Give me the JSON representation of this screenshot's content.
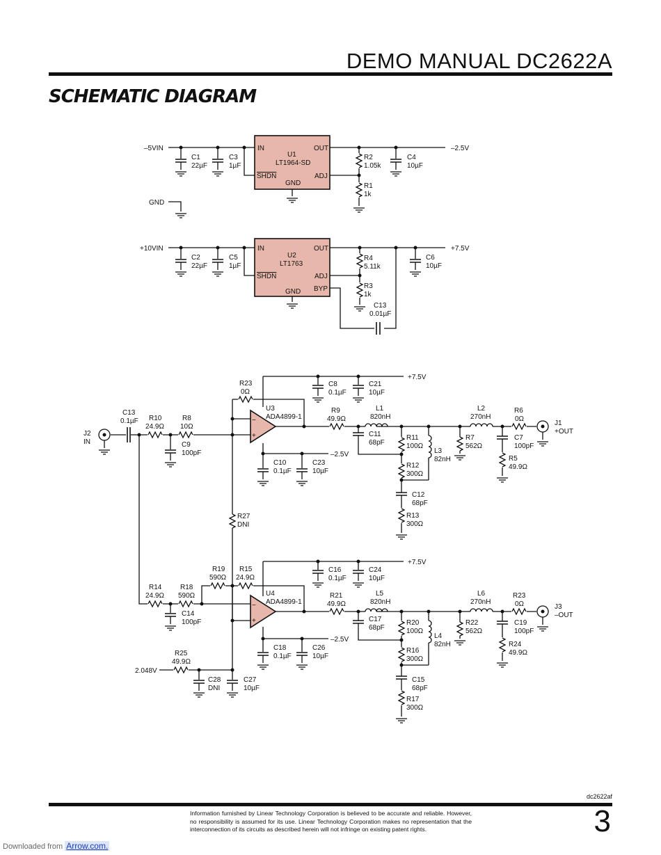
{
  "header": {
    "title": "DEMO MANUAL DC2622A"
  },
  "section": {
    "title": "SCHEMATIC DIAGRAM"
  },
  "regulators": {
    "u1": {
      "ref": "U1",
      "part": "LT1964-SD",
      "pin_in": "IN",
      "pin_out": "OUT",
      "pin_shdn": "SHDN",
      "pin_adj": "ADJ",
      "pin_gnd": "GND"
    },
    "u2": {
      "ref": "U2",
      "part": "LT1763",
      "pin_in": "IN",
      "pin_out": "OUT",
      "pin_shdn": "SHDN",
      "pin_adj": "ADJ",
      "pin_gnd": "GND",
      "pin_byp": "BYP"
    },
    "rails": {
      "m5vin": "–5VIN",
      "gnd": "GND",
      "p10vin": "+10VIN",
      "m2v5": "–2.5V",
      "p7v5": "+7.5V"
    },
    "parts": {
      "c1": [
        "C1",
        "22µF"
      ],
      "c3": [
        "C3",
        "1µF"
      ],
      "r2": [
        "R2",
        "1.05k"
      ],
      "c4": [
        "C4",
        "10µF"
      ],
      "r1": [
        "R1",
        "1k"
      ],
      "c2": [
        "C2",
        "22µF"
      ],
      "c5": [
        "C5",
        "1µF"
      ],
      "r4": [
        "R4",
        "5.11k"
      ],
      "c6": [
        "C6",
        "10µF"
      ],
      "r3": [
        "R3",
        "1k"
      ],
      "c13b": [
        "C13",
        "0.01µF"
      ]
    }
  },
  "amp_top": {
    "u3": [
      "U3",
      "ADA4899-1"
    ],
    "j2": [
      "J2",
      "IN"
    ],
    "j1": [
      "J1",
      "+OUT"
    ],
    "c13": [
      "C13",
      "0.1µF"
    ],
    "r10": [
      "R10",
      "24.9Ω"
    ],
    "r8": [
      "R8",
      "10Ω"
    ],
    "c9": [
      "C9",
      "100pF"
    ],
    "r23": [
      "R23",
      "0Ω"
    ],
    "c8": [
      "C8",
      "0.1µF"
    ],
    "c21": [
      "C21",
      "10µF"
    ],
    "c10": [
      "C10",
      "0.1µF"
    ],
    "c23": [
      "C23",
      "10µF"
    ],
    "r9": [
      "R9",
      "49.9Ω"
    ],
    "l1": [
      "L1",
      "820nH"
    ],
    "c11": [
      "C11",
      "68pF"
    ],
    "r11": [
      "R11",
      "100Ω"
    ],
    "l3": [
      "L3",
      "82nH"
    ],
    "r12": [
      "R12",
      "300Ω"
    ],
    "c12": [
      "C12",
      "68pF"
    ],
    "r13": [
      "R13",
      "300Ω"
    ],
    "l2": [
      "L2",
      "270nH"
    ],
    "r7": [
      "R7",
      "562Ω"
    ],
    "r6": [
      "R6",
      "0Ω"
    ],
    "c7": [
      "C7",
      "100pF"
    ],
    "r5": [
      "R5",
      "49.9Ω"
    ],
    "r27": [
      "R27",
      "DNI"
    ],
    "p7v5": "+7.5V",
    "m2v5": "–2.5V"
  },
  "amp_bot": {
    "u4": [
      "U4",
      "ADA4899-1"
    ],
    "j3": [
      "J3",
      "–OUT"
    ],
    "r19": [
      "R19",
      "590Ω"
    ],
    "r15": [
      "R15",
      "24.9Ω"
    ],
    "r14": [
      "R14",
      "24.9Ω"
    ],
    "r18": [
      "R18",
      "590Ω"
    ],
    "c14": [
      "C14",
      "100pF"
    ],
    "c16": [
      "C16",
      "0.1µF"
    ],
    "c24": [
      "C24",
      "10µF"
    ],
    "c18": [
      "C18",
      "0.1µF"
    ],
    "c26": [
      "C26",
      "10µF"
    ],
    "r21": [
      "R21",
      "49.9Ω"
    ],
    "l5": [
      "L5",
      "820nH"
    ],
    "c17": [
      "C17",
      "68pF"
    ],
    "r20": [
      "R20",
      "100Ω"
    ],
    "l4": [
      "L4",
      "82nH"
    ],
    "r16": [
      "R16",
      "300Ω"
    ],
    "c15": [
      "C15",
      "68pF"
    ],
    "r17": [
      "R17",
      "300Ω"
    ],
    "l6": [
      "L6",
      "270nH"
    ],
    "r22": [
      "R22",
      "562Ω"
    ],
    "r23": [
      "R23",
      "0Ω"
    ],
    "c19": [
      "C19",
      "100pF"
    ],
    "r24": [
      "R24",
      "49.9Ω"
    ],
    "r25": [
      "R25",
      "49.9Ω"
    ],
    "c28": [
      "C28",
      "DNI"
    ],
    "c27": [
      "C27",
      "10µF"
    ],
    "v2048": "2.048V",
    "p7v5": "+7.5V",
    "m2v5": "–2.5V"
  },
  "footer": {
    "doc_code": "dc2622af",
    "disclaimer": "Information furnished by Linear Technology Corporation is believed to be accurate and reliable. However, no responsibility is assumed for its use. Linear Technology Corporation makes no representation that the interconnection of its circuits as described herein will not infringe on existing patent rights.",
    "page": "3",
    "download_prefix": "Downloaded from",
    "download_link": "Arrow.com."
  }
}
